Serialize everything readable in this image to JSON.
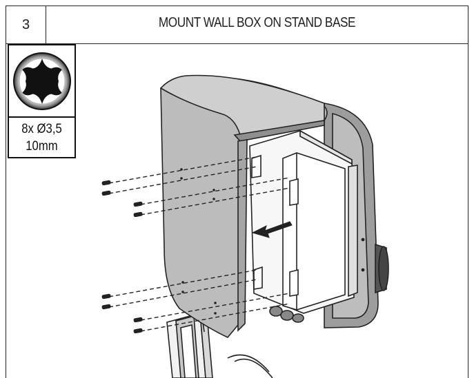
{
  "step": {
    "number": "3",
    "title": "MOUNT WALL BOX ON STAND BASE"
  },
  "tool": {
    "icon": "torx-icon",
    "quantity_size": "8x Ø3,5",
    "length": "10mm"
  },
  "illustration": {
    "screw_count": 8,
    "arrow_direction": "left"
  },
  "colors": {
    "line": "#222222",
    "panel_fill": "#b9b9b9",
    "panel_dark": "#8a8a8a",
    "box_fill": "#ffffff",
    "arrow": "#222222"
  }
}
